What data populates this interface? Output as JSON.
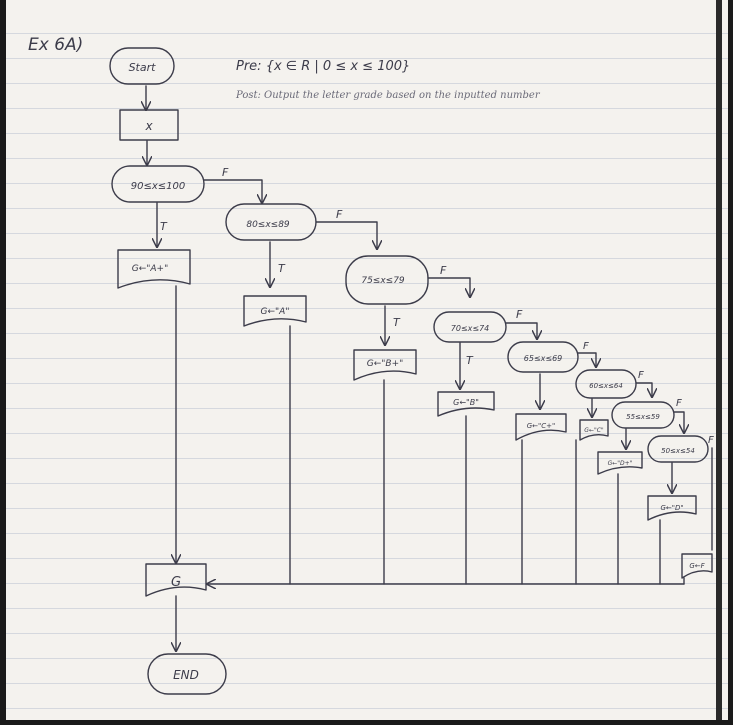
{
  "title": "Ex 6A)",
  "pre": "Pre: {x ∈ R | 0 ≤ x ≤ 100}",
  "post": "Post: Output the letter grade based on the inputted number",
  "nodes": {
    "start": "Start",
    "input": "x",
    "d1": "90≤x≤100",
    "d2": "80≤x≤89",
    "d3": "75≤x≤79",
    "d4": "70≤x≤74",
    "d5": "65≤x≤69",
    "d6": "60≤x≤64",
    "d7": "55≤x≤59",
    "d8": "50≤x≤54",
    "o1": "G←\"A+\"",
    "o2": "G←\"A\"",
    "o3": "G←\"B+\"",
    "o4": "G←\"B\"",
    "o5": "G←\"C+\"",
    "o6": "G←\"C\"",
    "o7": "G←\"D+\"",
    "o8": "G←\"D\"",
    "o9": "G←F",
    "output": "G",
    "end": "END"
  },
  "branch": {
    "true": "T",
    "false": "F"
  }
}
